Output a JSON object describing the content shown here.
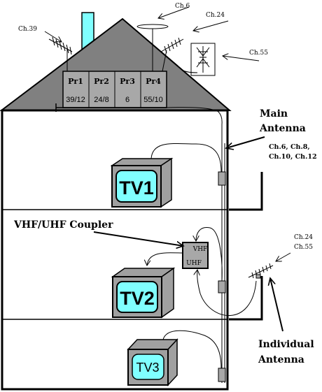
{
  "signals": {
    "ch39": "Ch.39",
    "ch6": "Ch.6",
    "ch24": "Ch.24",
    "ch55": "Ch.55"
  },
  "amplifiers": [
    {
      "name": "Pr1",
      "channels": "39/12"
    },
    {
      "name": "Pr2",
      "channels": "24/8"
    },
    {
      "name": "Pr3",
      "channels": "6"
    },
    {
      "name": "Pr4",
      "channels": "55/10"
    }
  ],
  "main_antenna": {
    "label_line1": "Main",
    "label_line2": "Antenna",
    "channels_line1": "Ch.6,  Ch.8,",
    "channels_line2": "Ch.10, Ch.12"
  },
  "coupler": {
    "label": "VHF/UHF Coupler",
    "vhf": "VHF",
    "uhf": "UHF"
  },
  "tvs": [
    {
      "label": "TV1"
    },
    {
      "label": "TV2"
    },
    {
      "label": "TV3"
    }
  ],
  "individual_antenna": {
    "ch_line1": "Ch.24",
    "ch_line2": "Ch.55",
    "label_line1": "Individual",
    "label_line2": "Antenna"
  },
  "colors": {
    "roof": "#808080",
    "screen": "#80ffff",
    "tv_body": "#a0a0a0",
    "outlet": "#a8a8a8",
    "line": "#000000"
  }
}
